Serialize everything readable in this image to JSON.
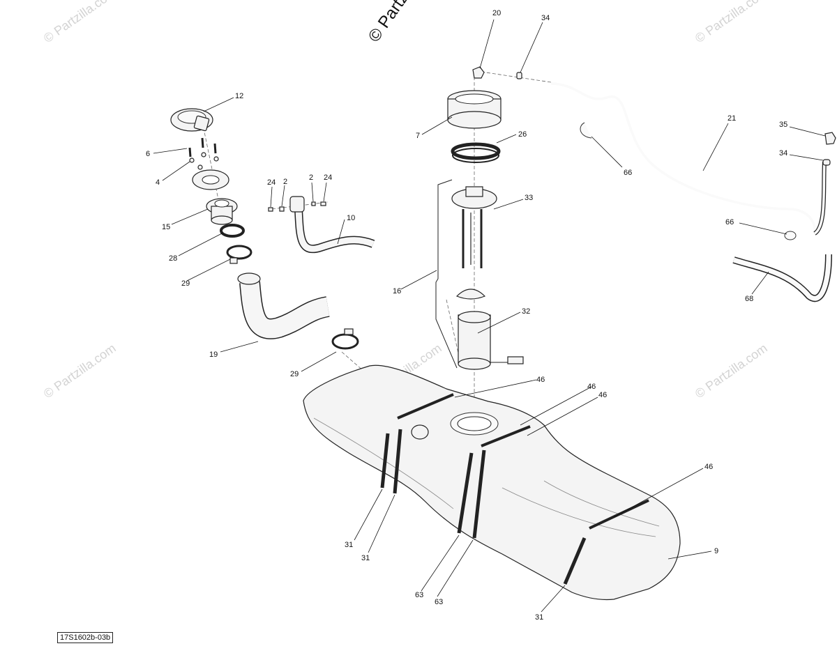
{
  "watermarks": {
    "top_center": "© Partzilla.com",
    "tiled": "© Partzilla.com"
  },
  "diagram_code": "17S1602b-03b",
  "callouts": {
    "c20": "20",
    "c34a": "34",
    "c12": "12",
    "c7": "7",
    "c26": "26",
    "c21": "21",
    "c35": "35",
    "c34b": "34",
    "c66a": "66",
    "c6": "6",
    "c4": "4",
    "c24a": "24",
    "c2a": "2",
    "c2b": "2",
    "c24b": "24",
    "c33": "33",
    "c15": "15",
    "c10": "10",
    "c66b": "66",
    "c28": "28",
    "c29a": "29",
    "c16": "16",
    "c68": "68",
    "c32": "32",
    "c19": "19",
    "c29b": "29",
    "c46a": "46",
    "c46b": "46",
    "c46c": "46",
    "c46d": "46",
    "c31a": "31",
    "c31b": "31",
    "c9": "9",
    "c63a": "63",
    "c63b": "63",
    "c31c": "31"
  }
}
